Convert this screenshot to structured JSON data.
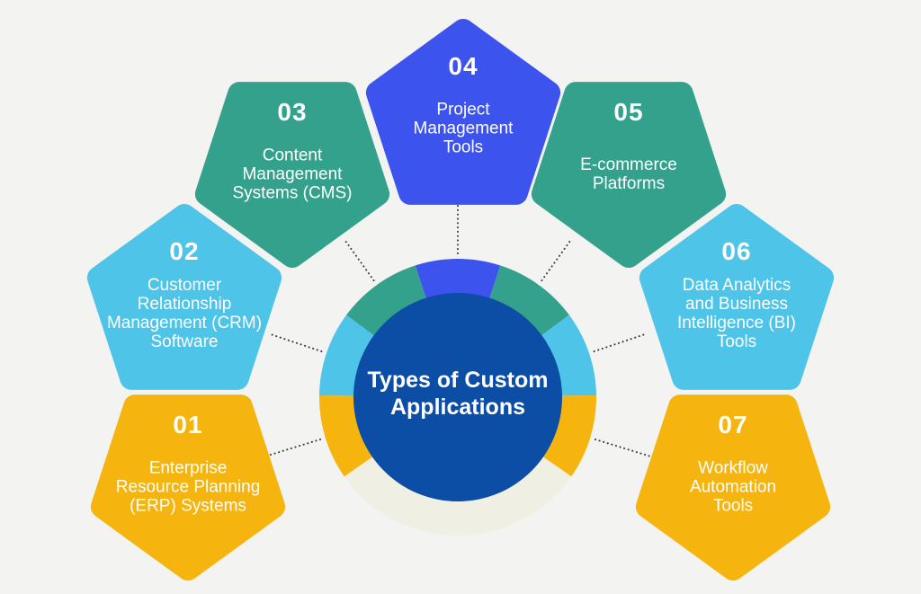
{
  "title": "Types of Custom Applications",
  "center": {
    "title": "Types of Custom Applications",
    "title_lines": [
      "Types of Custom",
      "Applications"
    ],
    "circle_color": "#0C4DA5"
  },
  "items": [
    {
      "number": "01",
      "label": "Enterprise Resource Planning (ERP) Systems",
      "label_lines": [
        "Enterprise",
        "Resource Planning",
        "(ERP) Systems"
      ],
      "color": "#F6B40E",
      "color_name": "yellow",
      "shape": "pentagon-point-down",
      "position": "bottom-left"
    },
    {
      "number": "02",
      "label": "Customer Relationship Management (CRM) Software",
      "label_lines": [
        "Customer",
        "Relationship",
        "Management (CRM)",
        "Software"
      ],
      "color": "#4FC4E9",
      "color_name": "cyan",
      "shape": "pentagon-point-up",
      "position": "middle-left"
    },
    {
      "number": "03",
      "label": "Content Management Systems (CMS)",
      "label_lines": [
        "Content",
        "Management",
        "Systems (CMS)"
      ],
      "color": "#34A18C",
      "color_name": "teal",
      "shape": "pentagon-point-down",
      "position": "upper-left"
    },
    {
      "number": "04",
      "label": "Project Management Tools",
      "label_lines": [
        "Project",
        "Management",
        "Tools"
      ],
      "color": "#3C53EE",
      "color_name": "blue",
      "shape": "pentagon-point-up",
      "position": "top-center"
    },
    {
      "number": "05",
      "label": "E-commerce Platforms",
      "label_lines": [
        "E-commerce",
        "Platforms"
      ],
      "color": "#34A18C",
      "color_name": "teal",
      "shape": "pentagon-point-down",
      "position": "upper-right"
    },
    {
      "number": "06",
      "label": "Data Analytics and Business Intelligence (BI) Tools",
      "label_lines": [
        "Data Analytics",
        "and Business",
        "Intelligence (BI)",
        "Tools"
      ],
      "color": "#4FC4E9",
      "color_name": "cyan",
      "shape": "pentagon-point-up",
      "position": "middle-right"
    },
    {
      "number": "07",
      "label": "Workflow Automation Tools",
      "label_lines": [
        "Workflow",
        "Automation",
        "Tools"
      ],
      "color": "#F6B40E",
      "color_name": "yellow",
      "shape": "pentagon-point-down",
      "position": "bottom-right"
    }
  ],
  "colors": {
    "background": "#F3F3F2",
    "hub_center": "#0C4DA5",
    "ring_blue": "#3C53EE",
    "ring_teal": "#34A18C",
    "ring_cyan": "#4FC4E9",
    "ring_yellow": "#F6B40E",
    "ring_bottom_cream": "#EFEFE3",
    "connector_dots": "#3F3F3F",
    "text": "#FFFFFF"
  }
}
